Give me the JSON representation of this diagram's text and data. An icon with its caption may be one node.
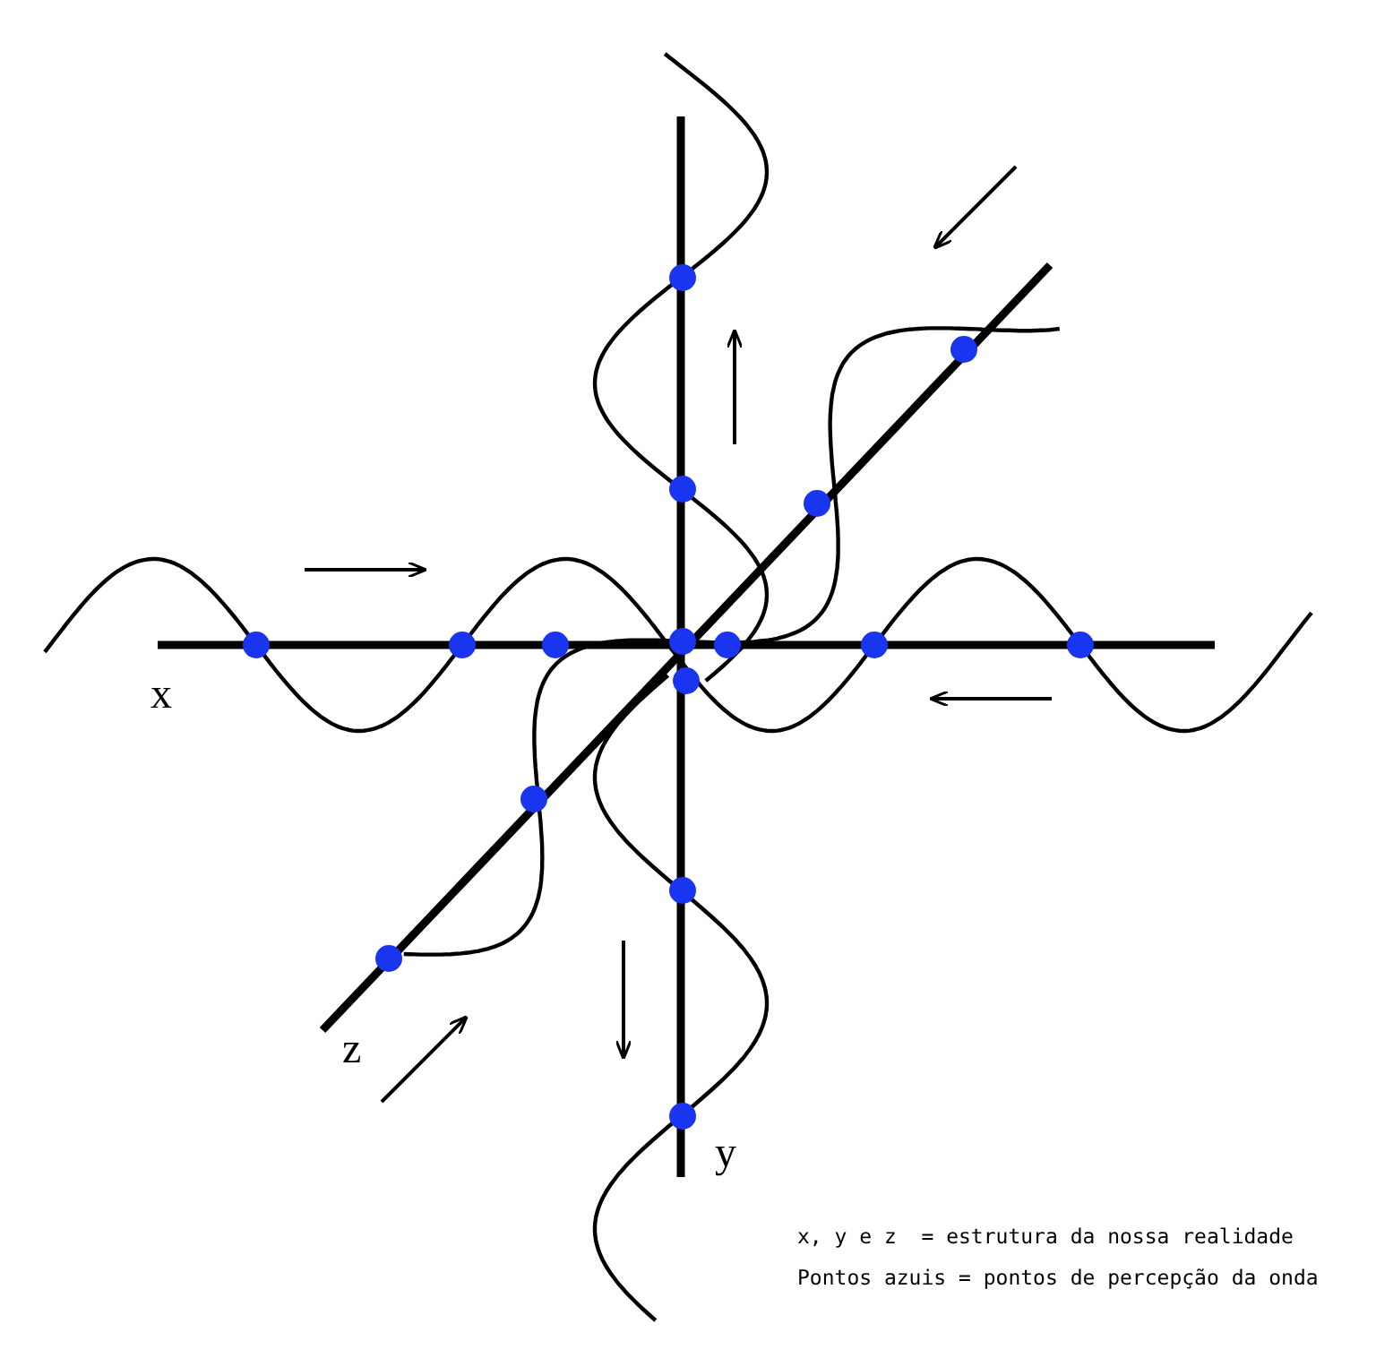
{
  "diagram": {
    "labels": [
      "x",
      "z",
      "y",
      "x, y e z  = estrutura da nossa realidade",
      "Pontos azuis = pontos de percepção da onda"
    ]
  }
}
